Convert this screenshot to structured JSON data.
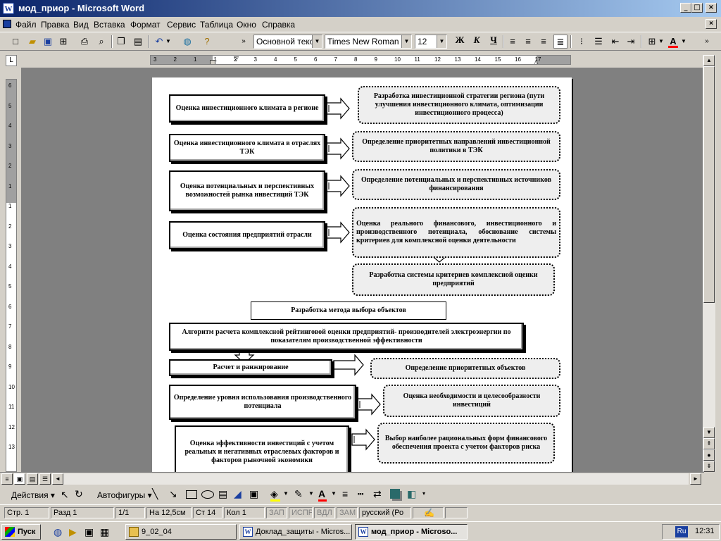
{
  "window": {
    "title": "мод_приор - Microsoft Word",
    "app_icon": "W"
  },
  "menu": [
    "Файл",
    "Правка",
    "Вид",
    "Вставка",
    "Формат",
    "Сервис",
    "Таблица",
    "Окно",
    "Справка"
  ],
  "toolbar": {
    "style": "Основной текст",
    "font": "Times New Roman",
    "size": "12",
    "bold": "Ж",
    "italic": "К",
    "underline": "Ч",
    "font_color_letter": "A"
  },
  "colors": {
    "title_start": "#0a246a",
    "title_end": "#a6caf0",
    "font_color": "#ff0000",
    "highlight": "#ffff00"
  },
  "hruler": [
    "3",
    "2",
    "1",
    "1",
    "2",
    "3",
    "4",
    "5",
    "6",
    "7",
    "8",
    "9",
    "10",
    "11",
    "12",
    "13",
    "14",
    "15",
    "16",
    "17"
  ],
  "vruler": [
    "6",
    "5",
    "4",
    "3",
    "2",
    "1",
    "1",
    "2",
    "3",
    "4",
    "5",
    "6",
    "7",
    "8",
    "9",
    "10",
    "11",
    "12",
    "13"
  ],
  "diagram": {
    "left_boxes": [
      "Оценка инвестиционного климата в регионе",
      "Оценка инвестиционного климата в отраслях ТЭК",
      "Оценка потенциальных и перспективных возможностей рынка инвестиций ТЭК",
      "Оценка состояния предприятий отрасли"
    ],
    "right_boxes": [
      "Разработка инвестиционной стратегии региона (пути улучшения инвестиционного климата, оптимизации инвестиционного процесса)",
      "Определение приоритетных направлений инвестиционной политики в ТЭК",
      "Определение потенциальных и перспективных источников финансирования",
      "Оценка реального финансового, инвестиционного и производственного потенциала, обоснование системы критериев для комплексной оценки деятельности"
    ],
    "criteria_box": "Разработка системы критериев комплексной оценки предприятий",
    "method_title": "Разработка метода выбора объектов",
    "algorithm": "Алгоритм расчета комплексной рейтинговой оценки предприятий- производителей электроэнергии по показателям производственной эффективности",
    "ranking": "Расчет и ранжирование",
    "priority_objects": "Определение приоритетных объектов",
    "potential_use": "Определение уровня использования производственного потенциала",
    "necessity": "Оценка необходимости и целесообразности инвестиций",
    "efficiency": "Оценка эффективности инвестиций с учетом реальных и негативных отраслевых факторов и факторов рыночной экономики",
    "financing_forms": "Выбор наиболее рациональных форм финансового обеспечения проекта с учетом факторов риска"
  },
  "drawbar": {
    "actions": "Действия",
    "autoshapes": "Автофигуры"
  },
  "status": {
    "page": "Стр. 1",
    "section": "Разд 1",
    "pages": "1/1",
    "at": "На 12,5см",
    "line": "Ст 14",
    "col": "Кол 1",
    "rec": "ЗАП",
    "trk": "ИСПР",
    "ext": "ВДЛ",
    "ovr": "ЗАМ",
    "lang": "русский (Ро"
  },
  "taskbar": {
    "start": "Пуск",
    "items": [
      "9_02_04",
      "Доклад_защиты - Micros...",
      "мод_приор - Microso..."
    ],
    "lang": "Ru",
    "time": "12:31"
  }
}
